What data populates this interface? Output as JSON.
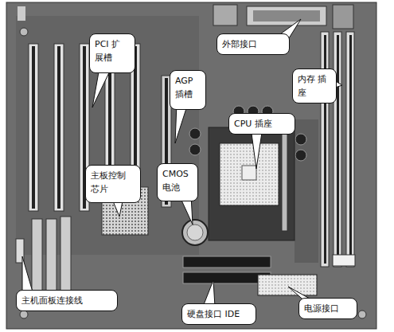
{
  "diagram": {
    "nodes": [
      {
        "text": [
          "PCI 扩 展槽"
        ]
      },
      {
        "text": [
          "外部接口"
        ]
      },
      {
        "text": [
          "AGP 插槽"
        ]
      },
      {
        "text": [
          "内存 插座"
        ]
      },
      {
        "text": [
          "CPU 插座"
        ]
      },
      {
        "text": [
          "主板控制 芯片"
        ]
      },
      {
        "text": [
          "CMOS 电池"
        ]
      },
      {
        "text": [
          "主机面板连接线"
        ]
      },
      {
        "text": [
          "硬盘接口 IDE"
        ]
      },
      {
        "text": [
          "电源接口"
        ]
      }
    ]
  }
}
